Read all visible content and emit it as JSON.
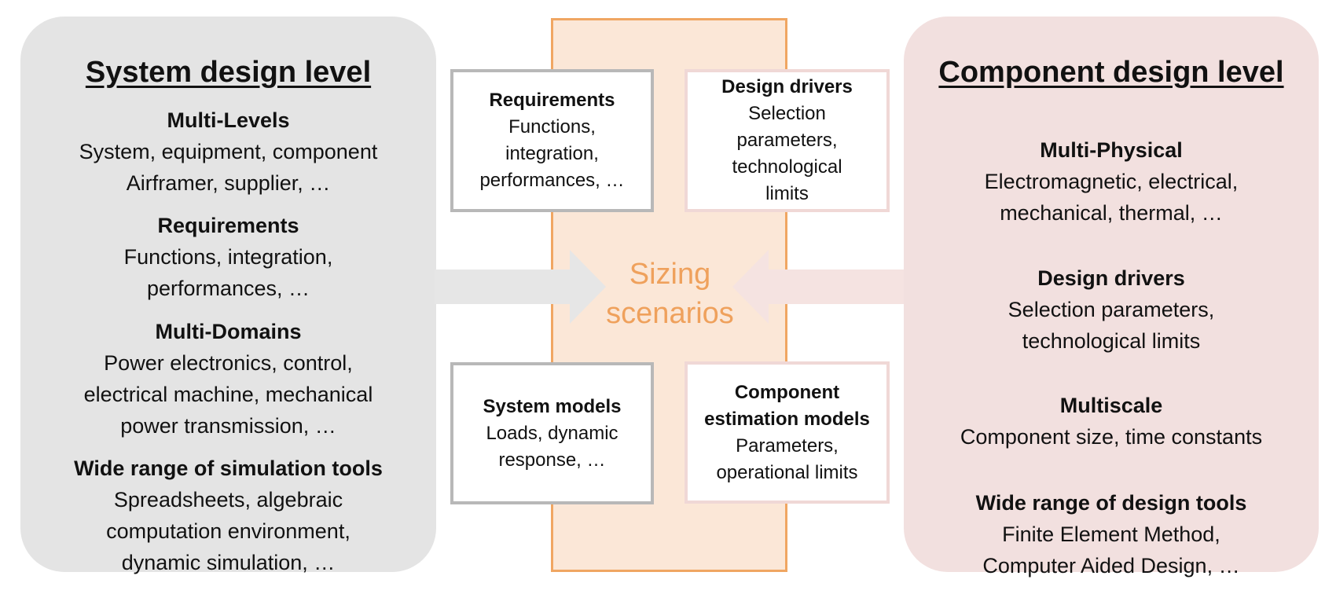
{
  "system_level": {
    "title": "System design level",
    "blocks": [
      {
        "heading": "Multi-Levels",
        "lines": [
          "System, equipment, component",
          "Airframer, supplier, …"
        ]
      },
      {
        "heading": "Requirements",
        "lines": [
          "Functions, integration,",
          "performances, …"
        ]
      },
      {
        "heading": "Multi-Domains",
        "lines": [
          "Power electronics, control,",
          "electrical machine, mechanical",
          "power transmission, …"
        ]
      },
      {
        "heading": "Wide range of simulation tools",
        "lines": [
          "Spreadsheets, algebraic",
          "computation environment,",
          "dynamic simulation, …"
        ]
      }
    ]
  },
  "component_level": {
    "title": "Component design level",
    "blocks": [
      {
        "heading": "Multi-Physical",
        "lines": [
          "Electromagnetic, electrical,",
          "mechanical, thermal, …"
        ]
      },
      {
        "heading": "Design drivers",
        "lines": [
          "Selection parameters,",
          "technological limits"
        ]
      },
      {
        "heading": "Multiscale",
        "lines": [
          "Component size, time constants"
        ]
      },
      {
        "heading": "Wide range of design tools",
        "lines": [
          "Finite Element Method,",
          "Computer Aided Design, …"
        ]
      }
    ]
  },
  "center": {
    "label_line1": "Sizing",
    "label_line2": "scenarios",
    "cards": {
      "requirements": {
        "heading": "Requirements",
        "lines": [
          "Functions,",
          "integration,",
          "performances, …"
        ]
      },
      "design_drivers": {
        "heading": "Design drivers",
        "lines": [
          "Selection",
          "parameters,",
          "technological",
          "limits"
        ]
      },
      "system_models": {
        "heading": "System models",
        "lines": [
          "Loads, dynamic",
          "response, …"
        ]
      },
      "component_models": {
        "heading_line1": "Component",
        "heading_line2": "estimation models",
        "lines": [
          "Parameters,",
          "operational limits"
        ]
      }
    }
  },
  "colors": {
    "system_panel": "#e4e4e4",
    "component_panel": "#f2e0df",
    "center_band": "#fbe7d7",
    "center_border": "#f0a662",
    "accent_text": "#efa15c"
  }
}
